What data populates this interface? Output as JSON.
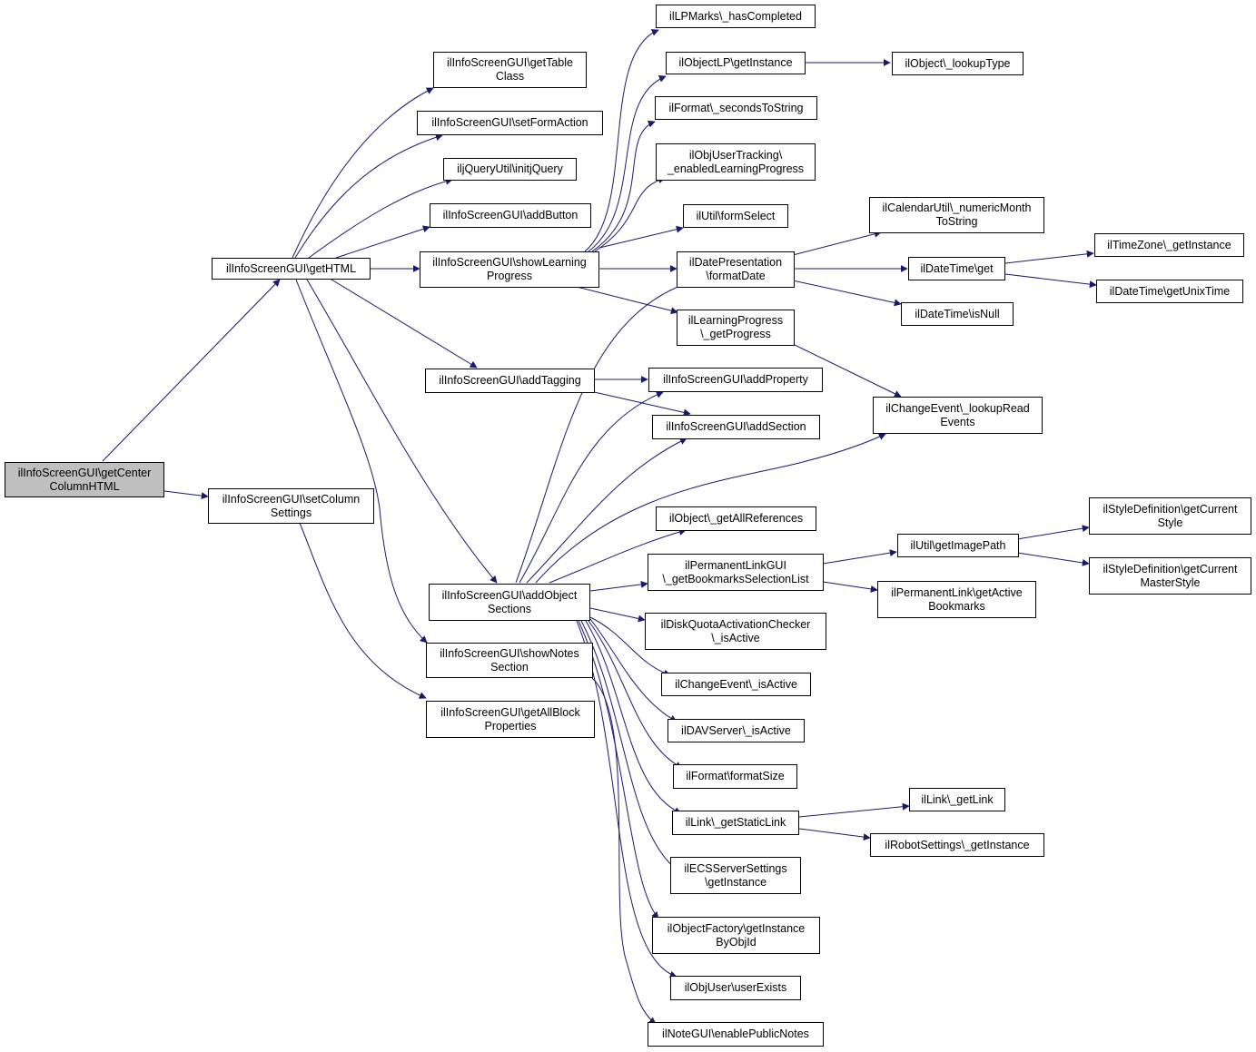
{
  "colors": {
    "edge": "#191970",
    "node_border": "#000000",
    "root_fill": "#bfbfbf",
    "node_fill": "#ffffff"
  },
  "nodes": {
    "root": "ilInfoScreenGUI\\getCenter\nColumnHTML",
    "getHTML": "ilInfoScreenGUI\\getHTML",
    "setColumnSettings": "ilInfoScreenGUI\\setColumn\nSettings",
    "getTableClass": "ilInfoScreenGUI\\getTable\nClass",
    "setFormAction": "ilInfoScreenGUI\\setFormAction",
    "initjQuery": "iljQueryUtil\\initjQuery",
    "addButton": "ilInfoScreenGUI\\addButton",
    "showLearningProgress": "ilInfoScreenGUI\\showLearning\nProgress",
    "addTagging": "ilInfoScreenGUI\\addTagging",
    "addObjectSections": "ilInfoScreenGUI\\addObject\nSections",
    "showNotesSection": "ilInfoScreenGUI\\showNotes\nSection",
    "getAllBlockProperties": "ilInfoScreenGUI\\getAllBlock\nProperties",
    "hasCompleted": "ilLPMarks\\_hasCompleted",
    "objectLPgetInstance": "ilObjectLP\\getInstance",
    "lookupType": "ilObject\\_lookupType",
    "secondsToString": "ilFormat\\_secondsToString",
    "enabledLearningProgress": "ilObjUserTracking\\\n_enabledLearningProgress",
    "formSelect": "ilUtil\\formSelect",
    "numericMonthToString": "ilCalendarUtil\\_numericMonth\nToString",
    "formatDate": "ilDatePresentation\n\\formatDate",
    "dateTimeGet": "ilDateTime\\get",
    "timeZoneGetInstance": "ilTimeZone\\_getInstance",
    "getUnixTime": "ilDateTime\\getUnixTime",
    "isNull": "ilDateTime\\isNull",
    "getProgress": "ilLearningProgress\n\\_getProgress",
    "addProperty": "ilInfoScreenGUI\\addProperty",
    "addSection": "ilInfoScreenGUI\\addSection",
    "lookupReadEvents": "ilChangeEvent\\_lookupRead\nEvents",
    "getAllReferences": "ilObject\\_getAllReferences",
    "getBookmarksSelectionList": "ilPermanentLinkGUI\n\\_getBookmarksSelectionList",
    "getImagePath": "ilUtil\\getImagePath",
    "getCurrentStyle": "ilStyleDefinition\\getCurrent\nStyle",
    "getCurrentMasterStyle": "ilStyleDefinition\\getCurrent\nMasterStyle",
    "getActiveBookmarks": "ilPermanentLink\\getActive\nBookmarks",
    "diskQuotaIsActive": "ilDiskQuotaActivationChecker\n\\_isActive",
    "changeEventIsActive": "ilChangeEvent\\_isActive",
    "davIsActive": "ilDAVServer\\_isActive",
    "formatSize": "ilFormat\\formatSize",
    "getStaticLink": "ilLink\\_getStaticLink",
    "getLink": "ilLink\\_getLink",
    "robotGetInstance": "ilRobotSettings\\_getInstance",
    "ecsGetInstance": "ilECSServerSettings\n\\getInstance",
    "getInstanceByObjId": "ilObjectFactory\\getInstance\nByObjId",
    "userExists": "ilObjUser\\userExists",
    "enablePublicNotes": "ilNoteGUI\\enablePublicNotes"
  }
}
